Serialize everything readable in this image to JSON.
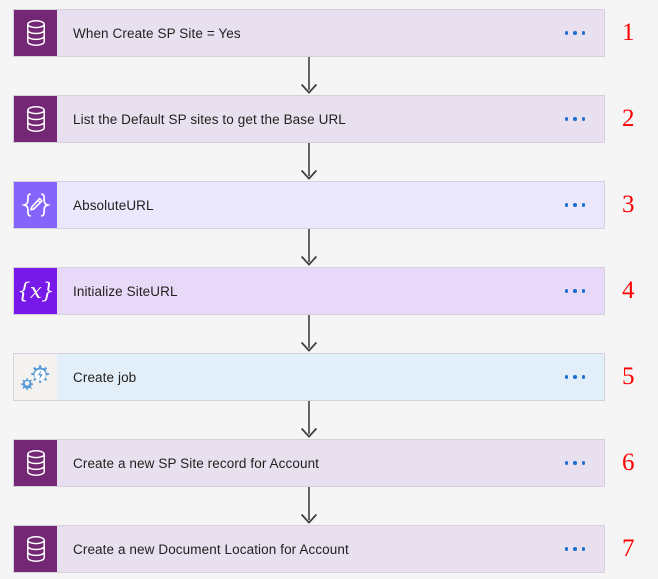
{
  "flow": {
    "canvas_background": "#f5f5f5",
    "steps": [
      {
        "number": "1",
        "label": "When Create SP Site = Yes",
        "icon": "dataverse-database-icon",
        "icon_bg": "#742774",
        "icon_fg": "#ffffff",
        "card_bg": "#e9e0ef",
        "menu": "more-options-ellipsis"
      },
      {
        "number": "2",
        "label": "List the Default SP sites to get the Base URL",
        "icon": "dataverse-database-icon",
        "icon_bg": "#742774",
        "icon_fg": "#ffffff",
        "card_bg": "#e9e0ef",
        "menu": "more-options-ellipsis"
      },
      {
        "number": "3",
        "label": "AbsoluteURL",
        "icon": "compose-braces-pencil-icon",
        "icon_bg": "#8464fb",
        "icon_fg": "#ffffff",
        "card_bg": "#ebe7fd",
        "menu": "more-options-ellipsis"
      },
      {
        "number": "4",
        "label": "Initialize SiteURL",
        "icon": "initialize-variable-braces-x-icon",
        "icon_bg": "#7719e8",
        "icon_fg": "#ffffff",
        "card_bg": "#e9d9f8",
        "menu": "more-options-ellipsis"
      },
      {
        "number": "5",
        "label": "Create job",
        "icon": "gear-lightning-connector-icon",
        "icon_bg": "#f3f2f1",
        "icon_fg": "#5b9bd5",
        "card_bg": "#e3eff8",
        "menu": "more-options-ellipsis"
      },
      {
        "number": "6",
        "label": "Create a new SP Site record for Account",
        "icon": "dataverse-database-icon",
        "icon_bg": "#742774",
        "icon_fg": "#ffffff",
        "card_bg": "#e9e0ef",
        "menu": "more-options-ellipsis"
      },
      {
        "number": "7",
        "label": "Create a new Document Location for Account",
        "icon": "dataverse-database-icon",
        "icon_bg": "#742774",
        "icon_fg": "#ffffff",
        "card_bg": "#e9e0ef",
        "menu": "more-options-ellipsis"
      }
    ],
    "connectors": [
      {
        "from": "1",
        "to": "2",
        "icon": "down-arrow-connector"
      },
      {
        "from": "2",
        "to": "3",
        "icon": "down-arrow-connector"
      },
      {
        "from": "3",
        "to": "4",
        "icon": "down-arrow-connector"
      },
      {
        "from": "4",
        "to": "5",
        "icon": "down-arrow-connector"
      },
      {
        "from": "5",
        "to": "6",
        "icon": "down-arrow-connector"
      },
      {
        "from": "6",
        "to": "7",
        "icon": "down-arrow-connector"
      }
    ],
    "colors": {
      "step_number": "#ff0000",
      "ellipsis_dots": "#1f6fd0",
      "card_border": "#d6cfdc",
      "connector_line": "#404040",
      "title_text": "#201f1e"
    }
  }
}
